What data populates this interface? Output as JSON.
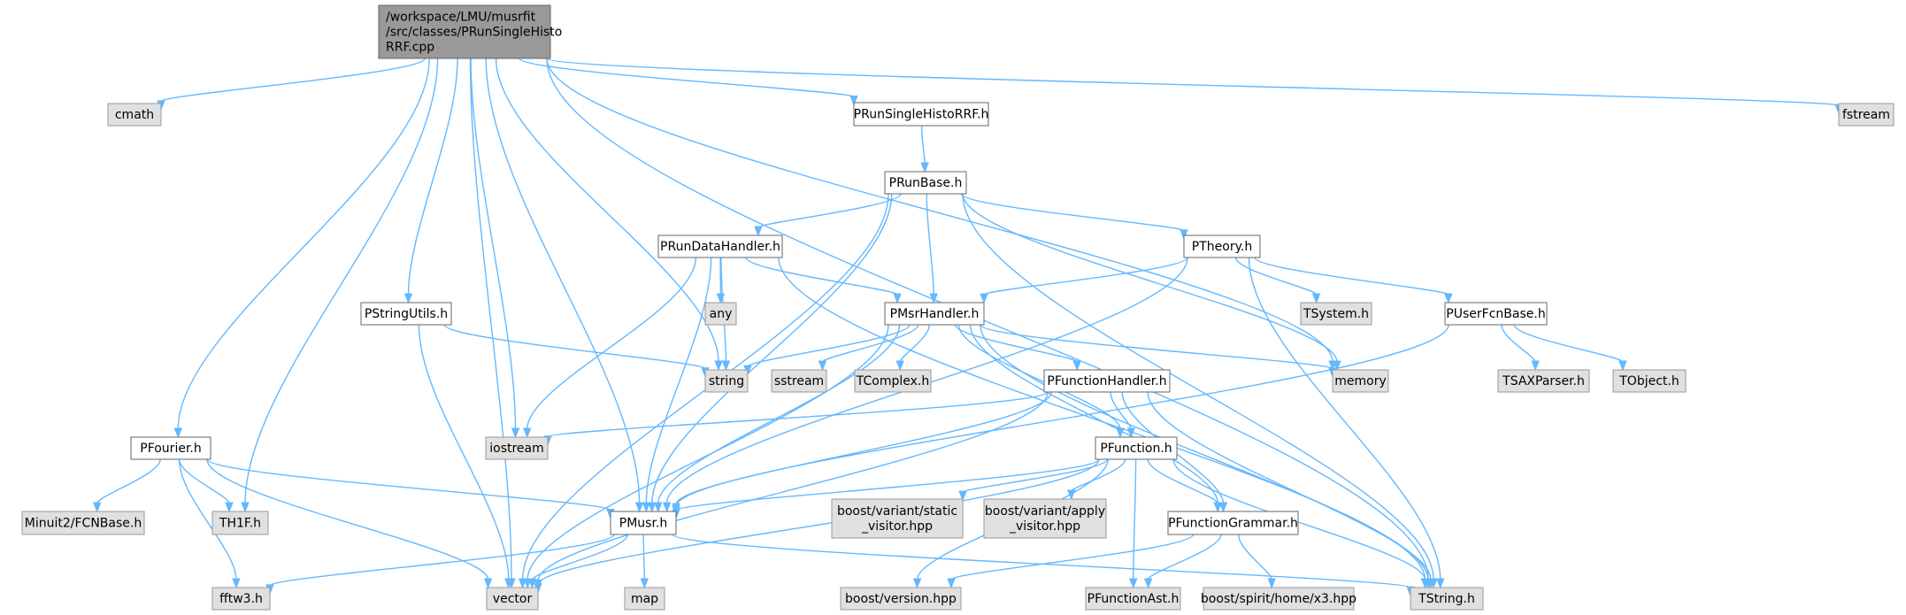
{
  "colors": {
    "edge": "#63b8ff",
    "primary_fill": "#999999",
    "local_fill": "#ffffff",
    "system_fill": "#e0e0e0",
    "border": "#666666"
  },
  "nodes": [
    {
      "id": "main",
      "kind": "primary",
      "lines": [
        "/workspace/LMU/musrfit",
        "/src/classes/PRunSingleHisto",
        "RRF.cpp"
      ]
    },
    {
      "id": "cmath",
      "kind": "system",
      "lines": [
        "cmath"
      ]
    },
    {
      "id": "fstream",
      "kind": "system",
      "lines": [
        "fstream"
      ]
    },
    {
      "id": "PRunSingleHistoRRF_h",
      "kind": "local",
      "lines": [
        "PRunSingleHistoRRF.h"
      ]
    },
    {
      "id": "PRunBase_h",
      "kind": "local",
      "lines": [
        "PRunBase.h"
      ]
    },
    {
      "id": "PRunDataHandler_h",
      "kind": "local",
      "lines": [
        "PRunDataHandler.h"
      ]
    },
    {
      "id": "PTheory_h",
      "kind": "local",
      "lines": [
        "PTheory.h"
      ]
    },
    {
      "id": "PStringUtils_h",
      "kind": "local",
      "lines": [
        "PStringUtils.h"
      ]
    },
    {
      "id": "any",
      "kind": "system",
      "lines": [
        "any"
      ]
    },
    {
      "id": "PMsrHandler_h",
      "kind": "local",
      "lines": [
        "PMsrHandler.h"
      ]
    },
    {
      "id": "TSystem_h",
      "kind": "system",
      "lines": [
        "TSystem.h"
      ]
    },
    {
      "id": "PUserFcnBase_h",
      "kind": "local",
      "lines": [
        "PUserFcnBase.h"
      ]
    },
    {
      "id": "string",
      "kind": "system",
      "lines": [
        "string"
      ]
    },
    {
      "id": "sstream",
      "kind": "system",
      "lines": [
        "sstream"
      ]
    },
    {
      "id": "TComplex_h",
      "kind": "system",
      "lines": [
        "TComplex.h"
      ]
    },
    {
      "id": "PFunctionHandler_h",
      "kind": "local",
      "lines": [
        "PFunctionHandler.h"
      ]
    },
    {
      "id": "memory",
      "kind": "system",
      "lines": [
        "memory"
      ]
    },
    {
      "id": "TSAXParser_h",
      "kind": "system",
      "lines": [
        "TSAXParser.h"
      ]
    },
    {
      "id": "TObject_h",
      "kind": "system",
      "lines": [
        "TObject.h"
      ]
    },
    {
      "id": "PFourier_h",
      "kind": "local",
      "lines": [
        "PFourier.h"
      ]
    },
    {
      "id": "iostream",
      "kind": "system",
      "lines": [
        "iostream"
      ]
    },
    {
      "id": "PFunction_h",
      "kind": "local",
      "lines": [
        "PFunction.h"
      ]
    },
    {
      "id": "Minuit2_FCNBase_h",
      "kind": "system",
      "lines": [
        "Minuit2/FCNBase.h"
      ]
    },
    {
      "id": "TH1F_h",
      "kind": "system",
      "lines": [
        "TH1F.h"
      ]
    },
    {
      "id": "PMusr_h",
      "kind": "local",
      "lines": [
        "PMusr.h"
      ]
    },
    {
      "id": "boost_static_visitor",
      "kind": "system",
      "lines": [
        "boost/variant/static",
        "_visitor.hpp"
      ]
    },
    {
      "id": "boost_apply_visitor",
      "kind": "system",
      "lines": [
        "boost/variant/apply",
        "_visitor.hpp"
      ]
    },
    {
      "id": "PFunctionGrammar_h",
      "kind": "local",
      "lines": [
        "PFunctionGrammar.h"
      ]
    },
    {
      "id": "fftw3_h",
      "kind": "system",
      "lines": [
        "fftw3.h"
      ]
    },
    {
      "id": "vector",
      "kind": "system",
      "lines": [
        "vector"
      ]
    },
    {
      "id": "map",
      "kind": "system",
      "lines": [
        "map"
      ]
    },
    {
      "id": "boost_version",
      "kind": "system",
      "lines": [
        "boost/version.hpp"
      ]
    },
    {
      "id": "PFunctionAst_h",
      "kind": "system",
      "lines": [
        "PFunctionAst.h"
      ]
    },
    {
      "id": "boost_spirit_x3",
      "kind": "system",
      "lines": [
        "boost/spirit/home/x3.hpp"
      ]
    },
    {
      "id": "TString_h",
      "kind": "system",
      "lines": [
        "TString.h"
      ]
    }
  ],
  "edges": [
    [
      "main",
      "cmath"
    ],
    [
      "main",
      "fstream"
    ],
    [
      "main",
      "PRunSingleHistoRRF_h"
    ],
    [
      "main",
      "string"
    ],
    [
      "main",
      "memory"
    ],
    [
      "main",
      "TString_h"
    ],
    [
      "main",
      "PFourier_h"
    ],
    [
      "main",
      "TH1F_h"
    ],
    [
      "main",
      "vector"
    ],
    [
      "main",
      "iostream"
    ],
    [
      "main",
      "PStringUtils_h"
    ],
    [
      "main",
      "PMusr_h"
    ],
    [
      "PRunSingleHistoRRF_h",
      "PRunBase_h"
    ],
    [
      "PRunBase_h",
      "PRunDataHandler_h"
    ],
    [
      "PRunBase_h",
      "PTheory_h"
    ],
    [
      "PRunBase_h",
      "PMsrHandler_h"
    ],
    [
      "PRunBase_h",
      "memory"
    ],
    [
      "PRunBase_h",
      "TString_h"
    ],
    [
      "PRunBase_h",
      "vector"
    ],
    [
      "PRunBase_h",
      "PMusr_h"
    ],
    [
      "PRunDataHandler_h",
      "any"
    ],
    [
      "PRunDataHandler_h",
      "string"
    ],
    [
      "PRunDataHandler_h",
      "PMsrHandler_h"
    ],
    [
      "PRunDataHandler_h",
      "TString_h"
    ],
    [
      "PRunDataHandler_h",
      "iostream"
    ],
    [
      "PRunDataHandler_h",
      "PMusr_h"
    ],
    [
      "PTheory_h",
      "PMsrHandler_h"
    ],
    [
      "PTheory_h",
      "TSystem_h"
    ],
    [
      "PTheory_h",
      "PUserFcnBase_h"
    ],
    [
      "PTheory_h",
      "TString_h"
    ],
    [
      "PTheory_h",
      "PMusr_h"
    ],
    [
      "PUserFcnBase_h",
      "TSAXParser_h"
    ],
    [
      "PUserFcnBase_h",
      "TObject_h"
    ],
    [
      "PUserFcnBase_h",
      "PMusr_h"
    ],
    [
      "PStringUtils_h",
      "string"
    ],
    [
      "PStringUtils_h",
      "vector"
    ],
    [
      "PMsrHandler_h",
      "string"
    ],
    [
      "PMsrHandler_h",
      "sstream"
    ],
    [
      "PMsrHandler_h",
      "TComplex_h"
    ],
    [
      "PMsrHandler_h",
      "PFunctionHandler_h"
    ],
    [
      "PMsrHandler_h",
      "memory"
    ],
    [
      "PMsrHandler_h",
      "PFunction_h"
    ],
    [
      "PMsrHandler_h",
      "PFunctionGrammar_h"
    ],
    [
      "PMsrHandler_h",
      "TString_h"
    ],
    [
      "PMsrHandler_h",
      "PMusr_h"
    ],
    [
      "PMsrHandler_h",
      "vector"
    ],
    [
      "PFunctionHandler_h",
      "iostream"
    ],
    [
      "PFunctionHandler_h",
      "PFunction_h"
    ],
    [
      "PFunctionHandler_h",
      "PFunctionGrammar_h"
    ],
    [
      "PFunctionHandler_h",
      "TString_h"
    ],
    [
      "PFunctionHandler_h",
      "vector"
    ],
    [
      "PFunctionHandler_h",
      "PMusr_h"
    ],
    [
      "PFunction_h",
      "PMusr_h"
    ],
    [
      "PFunction_h",
      "boost_static_visitor"
    ],
    [
      "PFunction_h",
      "boost_apply_visitor"
    ],
    [
      "PFunction_h",
      "PFunctionGrammar_h"
    ],
    [
      "PFunction_h",
      "PFunctionAst_h"
    ],
    [
      "PFunction_h",
      "TString_h"
    ],
    [
      "PFunction_h",
      "vector"
    ],
    [
      "PFunction_h",
      "boost_version"
    ],
    [
      "PFunctionGrammar_h",
      "boost_version"
    ],
    [
      "PFunctionGrammar_h",
      "PFunctionAst_h"
    ],
    [
      "PFunctionGrammar_h",
      "boost_spirit_x3"
    ],
    [
      "PFourier_h",
      "Minuit2_FCNBase_h"
    ],
    [
      "PFourier_h",
      "TH1F_h"
    ],
    [
      "PFourier_h",
      "PMusr_h"
    ],
    [
      "PFourier_h",
      "fftw3_h"
    ],
    [
      "PFourier_h",
      "vector"
    ],
    [
      "PMusr_h",
      "fftw3_h"
    ],
    [
      "PMusr_h",
      "vector"
    ],
    [
      "PMusr_h",
      "map"
    ],
    [
      "PMusr_h",
      "TString_h"
    ]
  ]
}
